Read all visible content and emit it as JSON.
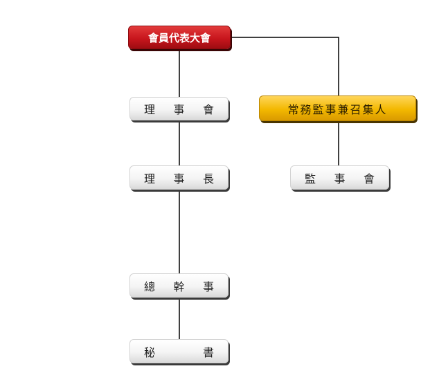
{
  "nodes": {
    "general_assembly": {
      "label": "會員代表大會",
      "chars": [
        "會員代表大會"
      ]
    },
    "board_of_directors": {
      "chars": [
        "理",
        "事",
        "會"
      ]
    },
    "chairman": {
      "chars": [
        "理",
        "事",
        "長"
      ]
    },
    "secretary_general": {
      "chars": [
        "總",
        "幹",
        "事"
      ]
    },
    "secretary": {
      "chars": [
        "秘",
        "書"
      ]
    },
    "convener": {
      "label": "常務監事兼召集人"
    },
    "board_of_supervisors": {
      "chars": [
        "監",
        "事",
        "會"
      ]
    }
  },
  "colors": {
    "red": "#c8161d",
    "gold": "#f3b800",
    "line": "#000000"
  }
}
